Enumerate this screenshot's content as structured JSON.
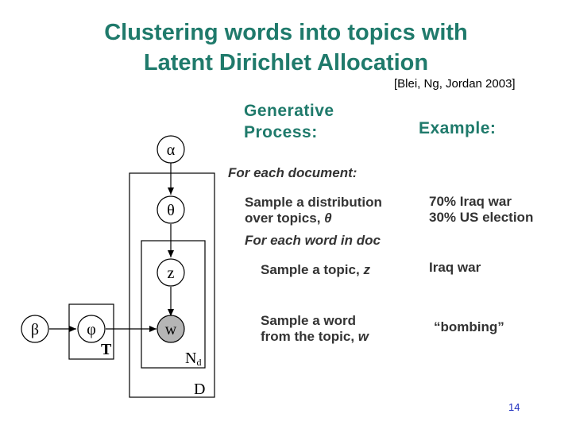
{
  "slide": {
    "title_line1": "Clustering words into topics with",
    "title_line2": "Latent Dirichlet Allocation",
    "citation": "[Blei, Ng, Jordan 2003]",
    "generative_heading_line1": "Generative",
    "generative_heading_line2": "Process:",
    "example_heading": "Example:",
    "steps": {
      "for_each_document": "For each document:",
      "sample_distribution_line1": "Sample a distribution",
      "sample_distribution_line2": "over topics, θ",
      "for_each_word": "For each word in doc",
      "sample_topic": "Sample a topic, z",
      "sample_word_line1": "Sample a word",
      "sample_word_line2": "from the topic, w"
    },
    "examples": {
      "distribution_line1": "70% Iraq war",
      "distribution_line2": "30% US election",
      "topic": "Iraq war",
      "word": "“bombing”"
    },
    "slide_number": "14"
  },
  "diagram": {
    "nodes": {
      "alpha": "α",
      "theta": "θ",
      "z": "z",
      "w": "w",
      "beta": "β",
      "phi": "φ"
    },
    "plates": {
      "T": "T",
      "Nd_base": "N",
      "Nd_sub": "d",
      "D": "D"
    }
  },
  "colors": {
    "title": "#1f7a6b",
    "observed_node": "#b5b5b5",
    "slide_number": "#1f2fbf"
  }
}
